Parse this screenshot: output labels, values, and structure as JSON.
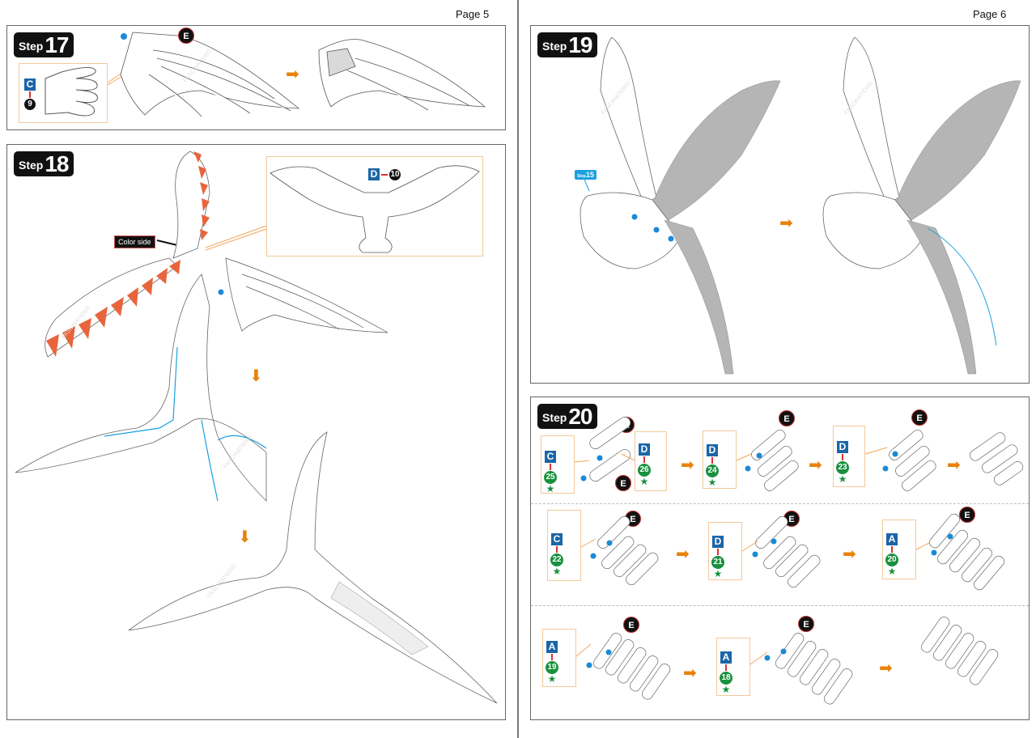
{
  "pages": [
    {
      "label": "Page 5"
    },
    {
      "label": "Page 6"
    }
  ],
  "watermark": "FASCINATIONS",
  "colors": {
    "step_badge_bg": "#111111",
    "arrow": "#e8820c",
    "letter_tile": "#1b66a8",
    "number_green": "#18913d",
    "color_side_orange": "#e8643c",
    "inset_border": "#f2c99a",
    "guide_blue": "#1aa0e0",
    "shade_gray": "#b5b5b5"
  },
  "steps": {
    "s17": {
      "word": "Step",
      "number": "17",
      "part": {
        "letter": "C",
        "number": "9"
      },
      "connector": "E"
    },
    "s18": {
      "word": "Step",
      "number": "18",
      "part": {
        "letter": "D",
        "number": "10"
      },
      "color_side_label": "Color side"
    },
    "s19": {
      "word": "Step",
      "number": "19",
      "ref_tag_word": "Step",
      "ref_tag_number": "15"
    },
    "s20": {
      "word": "Step",
      "number": "20",
      "rows": [
        {
          "subs": [
            {
              "letter": "C",
              "number": "25",
              "letter2": "D",
              "number2": "26",
              "connector": "E"
            },
            {
              "letter": "D",
              "number": "24",
              "connector": "E"
            },
            {
              "letter": "D",
              "number": "23",
              "connector": "E"
            }
          ]
        },
        {
          "subs": [
            {
              "letter": "C",
              "number": "22",
              "connector": "E"
            },
            {
              "letter": "D",
              "number": "21",
              "connector": "E"
            },
            {
              "letter": "A",
              "number": "20",
              "connector": "E"
            }
          ]
        },
        {
          "subs": [
            {
              "letter": "A",
              "number": "19",
              "connector": "E"
            },
            {
              "letter": "A",
              "number": "18",
              "connector": "E"
            }
          ]
        }
      ]
    }
  },
  "icons": {
    "arrow_right": "➡",
    "arrow_down": "⬇",
    "star": "★"
  }
}
